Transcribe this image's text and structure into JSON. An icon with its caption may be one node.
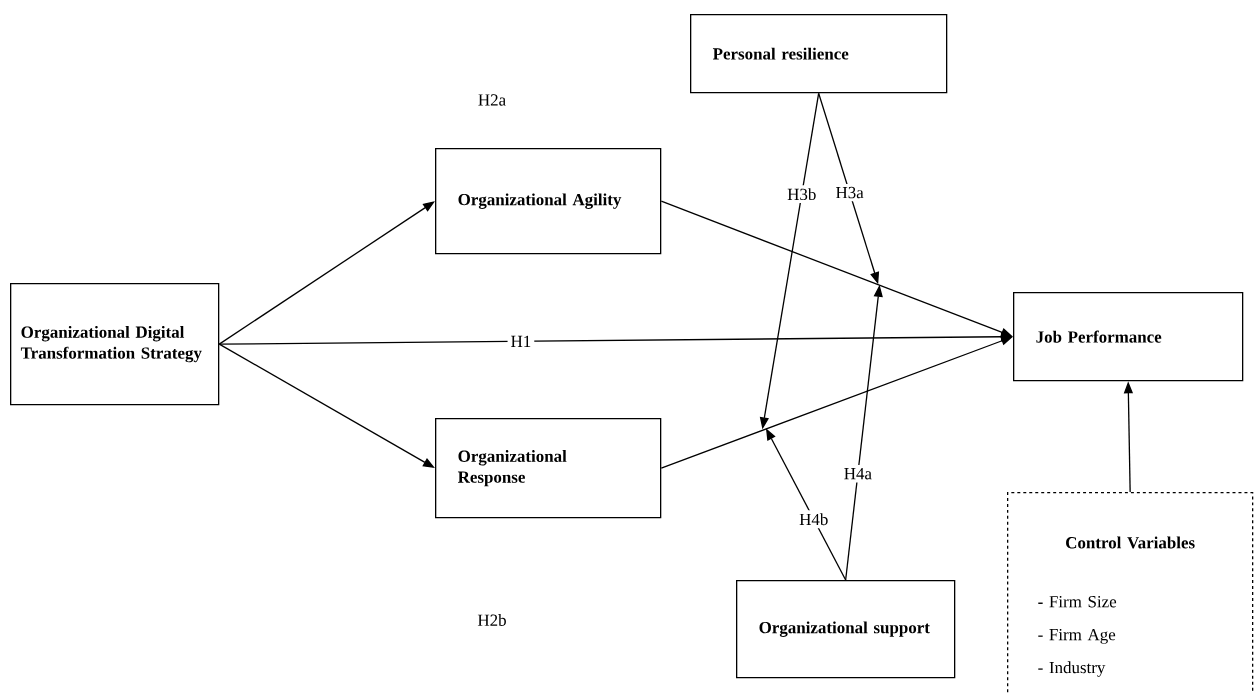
{
  "diagram": {
    "nodes": [
      {
        "text": [
          "Organizational Digital Transformation Strategy"
        ]
      },
      {
        "text": [
          "Organizational Agility"
        ]
      },
      {
        "text": [
          "Organizational Response"
        ]
      },
      {
        "text": [
          "Personal resilience"
        ]
      },
      {
        "text": [
          "Job Performance"
        ]
      },
      {
        "text": [
          "Organizational support"
        ]
      },
      {
        "text": [
          "Control Variables",
          "**-** Firm Size",
          "- Firm Age",
          "- Industry"
        ]
      }
    ],
    "edges": [
      {
        "from": 0,
        "to": 1,
        "arrow": "to"
      },
      {
        "from": 0,
        "to": 2,
        "arrow": "to"
      },
      {
        "from": 0,
        "to": 4,
        "arrow": "to",
        "label": "H1"
      },
      {
        "from": 1,
        "to": 4,
        "arrow": "to"
      },
      {
        "from": 2,
        "to": 4,
        "arrow": "to"
      },
      {
        "from": 3,
        "to": null,
        "arrow": "to",
        "label": "H3a"
      },
      {
        "from": 3,
        "to": null,
        "arrow": "to",
        "label": "H3b"
      },
      {
        "from": 5,
        "to": null,
        "arrow": "to",
        "label": "H4a"
      },
      {
        "from": 5,
        "to": null,
        "arrow": "to",
        "label": "H4b"
      },
      {
        "from": 6,
        "to": 4,
        "arrow": "to"
      }
    ],
    "labels": [
      "H2a",
      "H2b"
    ]
  }
}
